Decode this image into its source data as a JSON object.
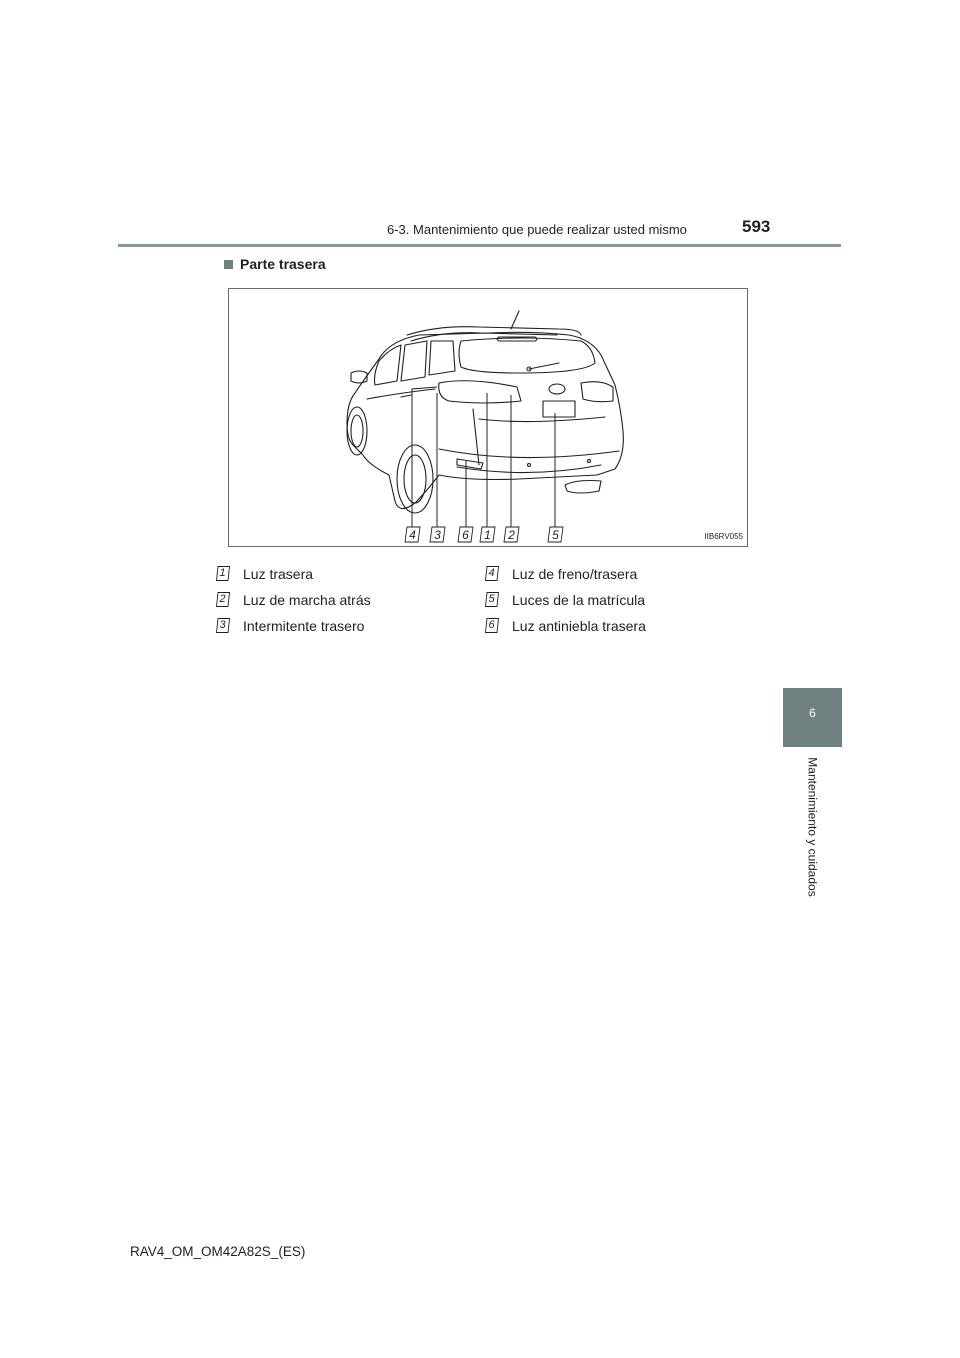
{
  "header": {
    "section": "6-3. Mantenimiento que puede realizar usted mismo",
    "page_number": "593"
  },
  "side_tab": {
    "chapter_number": "6",
    "chapter_title": "Mantenimiento y cuidados"
  },
  "section_title": "Parte trasera",
  "figure": {
    "code": "IIB6RV055",
    "callout_order": [
      "4",
      "3",
      "6",
      "1",
      "2",
      "5"
    ]
  },
  "legend": [
    {
      "num": "1",
      "label": "Luz trasera"
    },
    {
      "num": "2",
      "label": "Luz de marcha atrás"
    },
    {
      "num": "3",
      "label": "Intermitente trasero"
    },
    {
      "num": "4",
      "label": "Luz de freno/trasera"
    },
    {
      "num": "5",
      "label": "Luces de la matrícula"
    },
    {
      "num": "6",
      "label": "Luz antiniebla trasera"
    }
  ],
  "footer": {
    "document_code": "RAV4_OM_OM42A82S_(ES)"
  },
  "colors": {
    "accent_gray": "#6f8080",
    "rule_gray": "#8a9a9a",
    "text": "#231f20"
  }
}
